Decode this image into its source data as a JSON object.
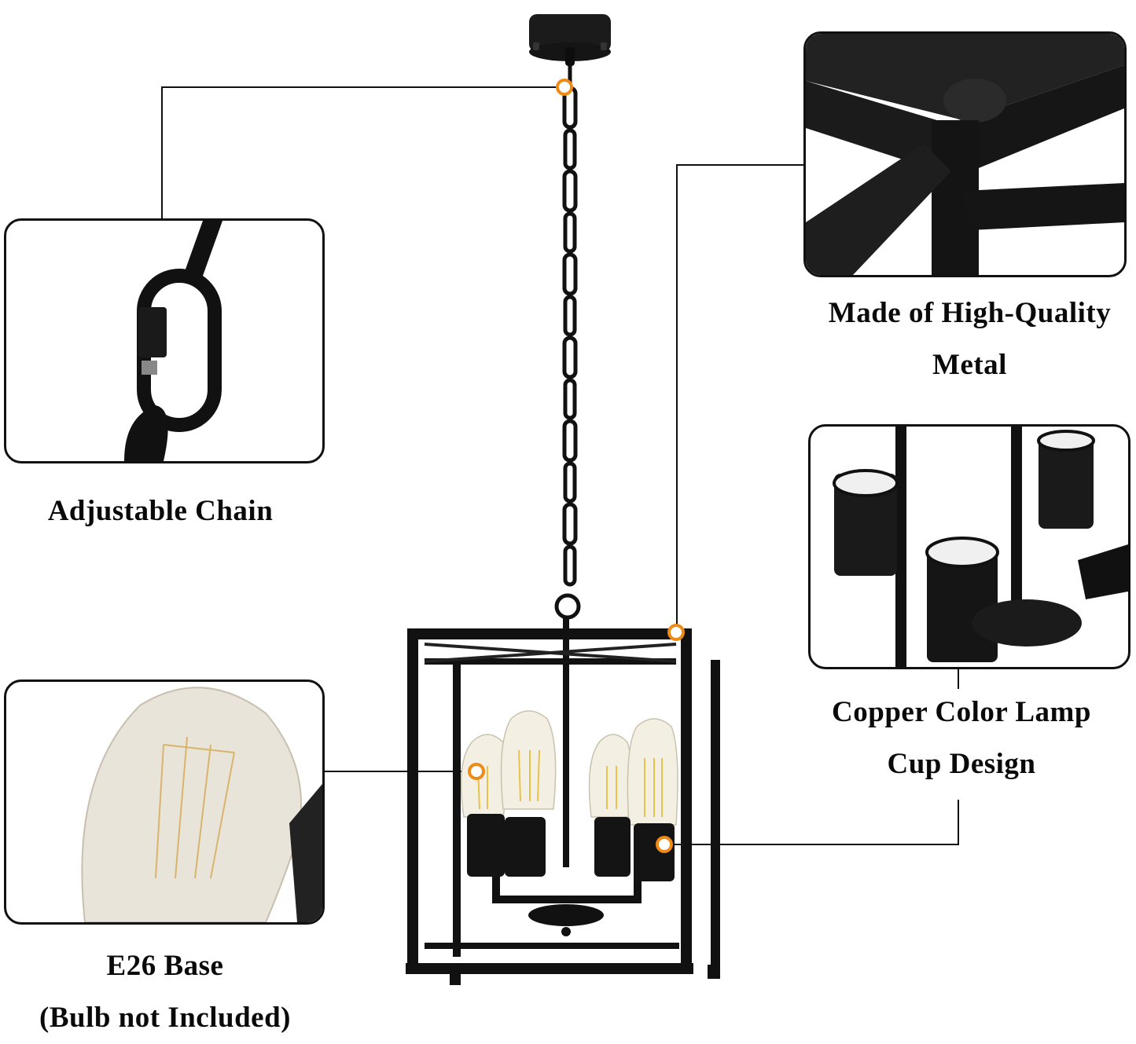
{
  "product": {
    "type": "4-light black cage lantern pendant chandelier",
    "finish_color": "#111111",
    "accent_color": "#f08a16"
  },
  "features": [
    {
      "id": "chain",
      "caption_lines": [
        "Adjustable Chain"
      ],
      "panel": "chain-closeup",
      "callout_point": "chain top near canopy"
    },
    {
      "id": "metal",
      "caption_lines": [
        "Made of High-Quality",
        "Metal"
      ],
      "panel": "frame-corner-closeup",
      "callout_point": "cage top corner"
    },
    {
      "id": "lampcup",
      "caption_lines": [
        "Copper Color Lamp",
        "Cup Design"
      ],
      "panel": "socket-cups-closeup",
      "callout_point": "lamp cup socket"
    },
    {
      "id": "bulb",
      "caption_lines": [
        "E26 Base",
        "(Bulb not Included)"
      ],
      "panel": "edison-bulb-closeup",
      "callout_point": "bulb"
    }
  ]
}
